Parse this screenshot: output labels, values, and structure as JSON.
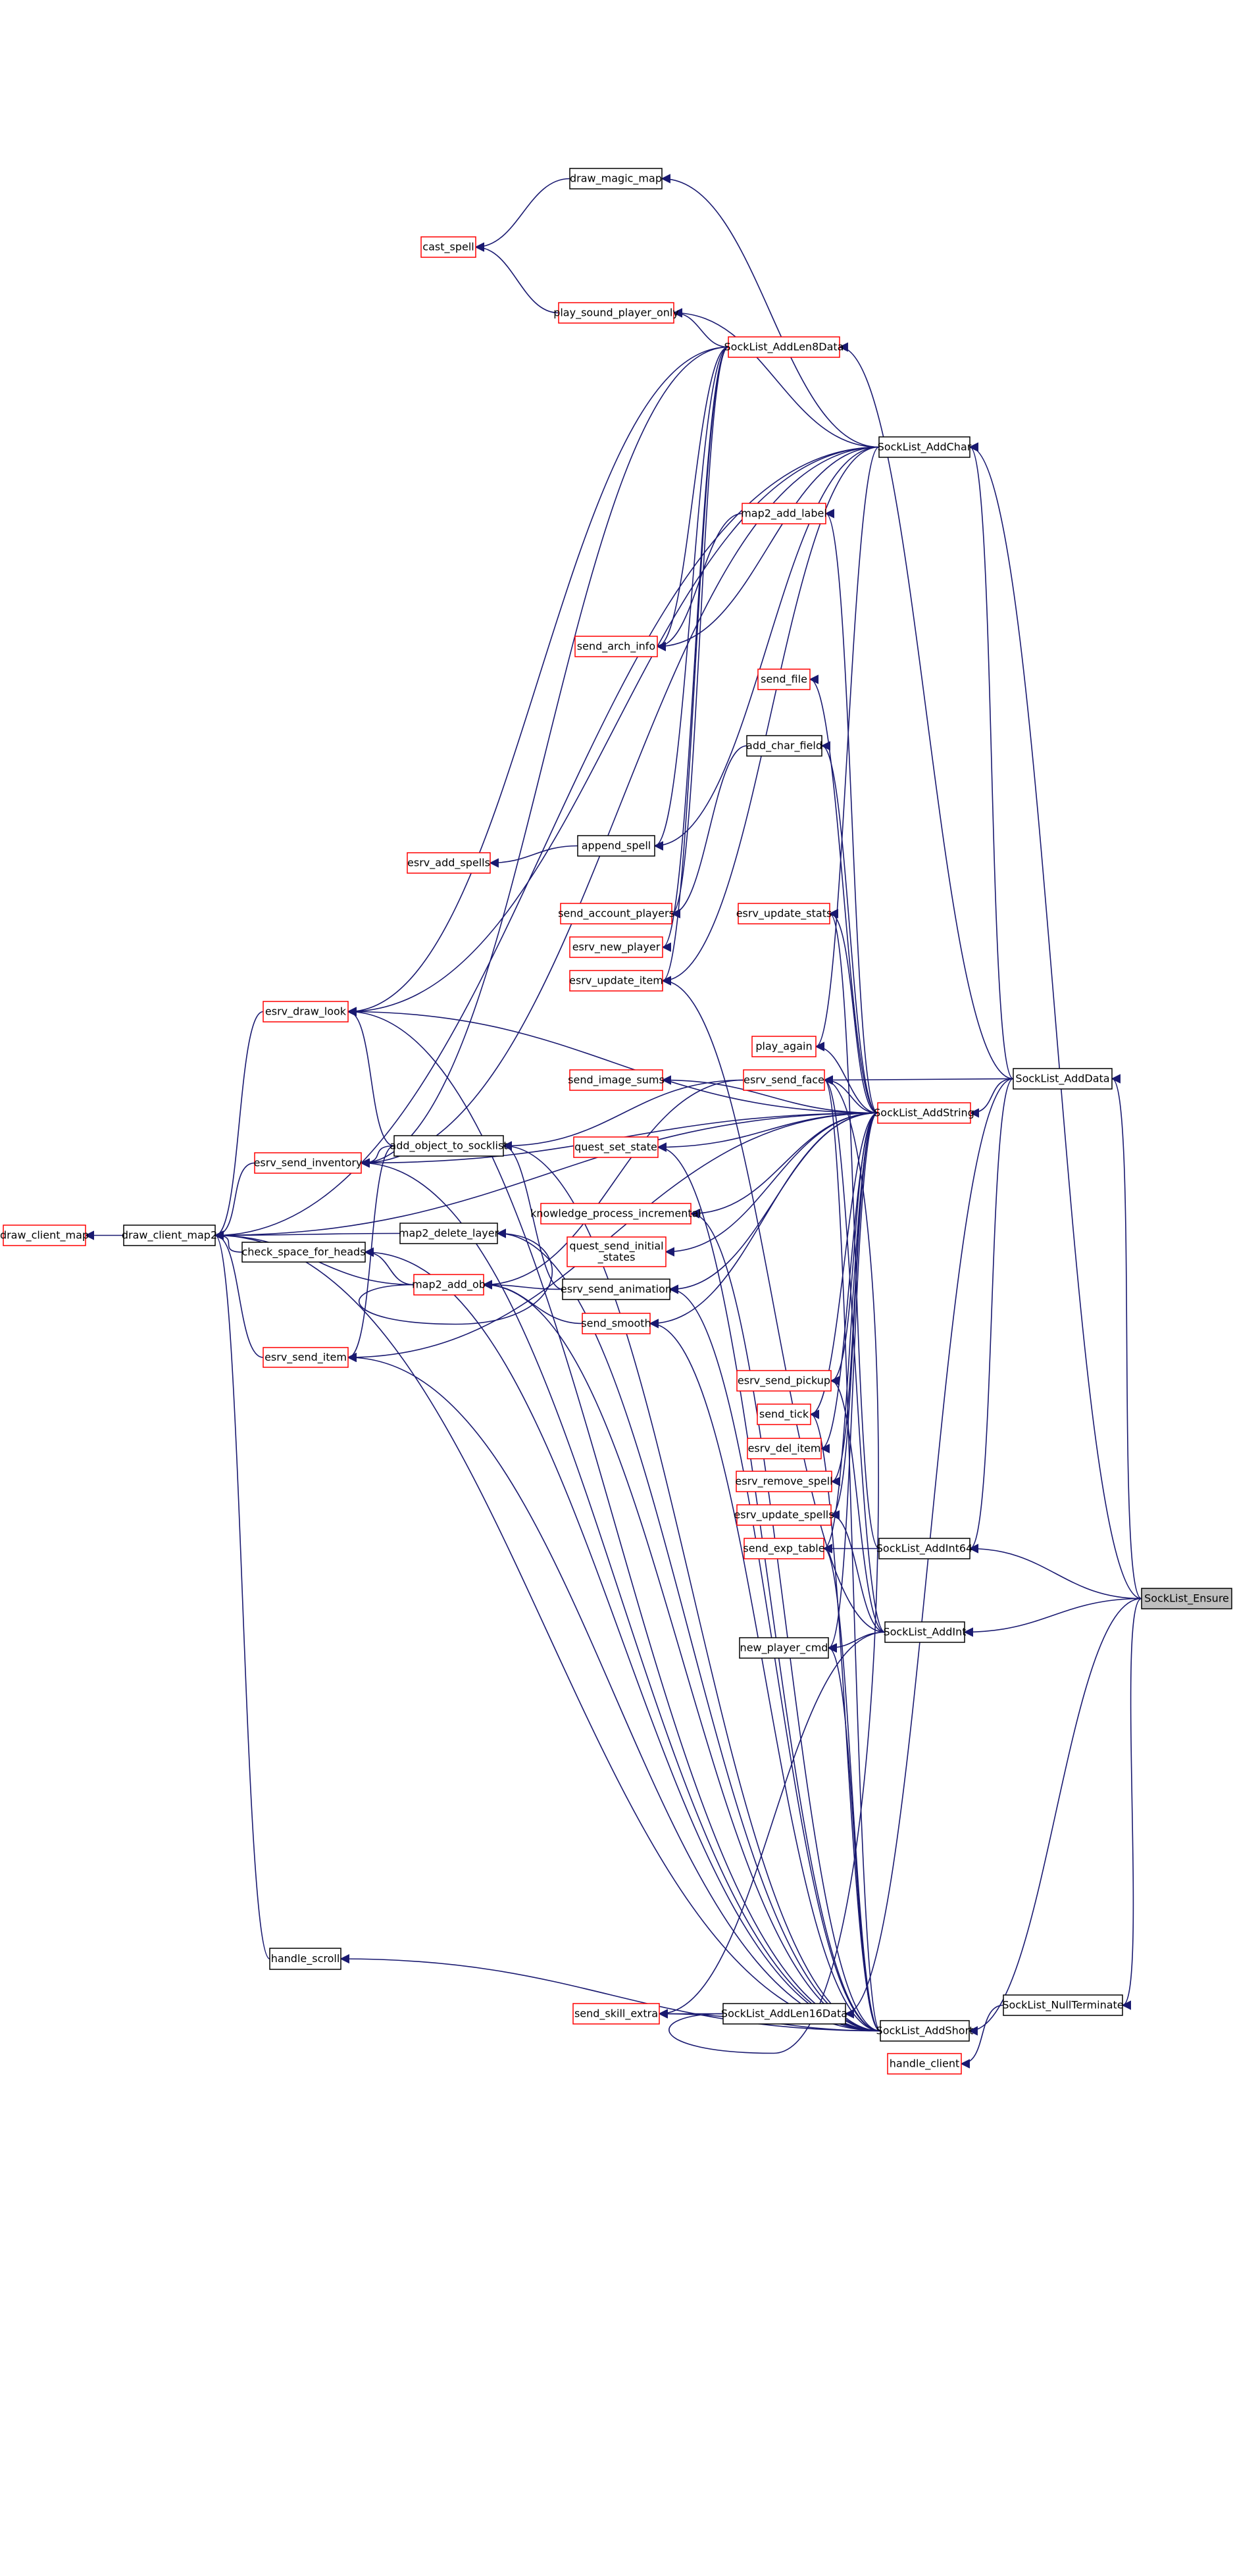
{
  "title": "",
  "colors": {
    "edge": "#191970",
    "border_linked": "#ff0000",
    "border_plain": "#000000",
    "target_fill": "#bfbfbf"
  },
  "nodes": [
    {
      "id": "draw_client_map",
      "label": "draw_client_map",
      "style": "red"
    },
    {
      "id": "draw_client_map2",
      "label": "draw_client_map2",
      "style": "black"
    },
    {
      "id": "esrv_draw_look",
      "label": "esrv_draw_look",
      "style": "red"
    },
    {
      "id": "esrv_send_inventory",
      "label": "esrv_send_inventory",
      "style": "red"
    },
    {
      "id": "esrv_send_item",
      "label": "esrv_send_item",
      "style": "red"
    },
    {
      "id": "check_space_for_heads",
      "label": "check_space_for_heads",
      "style": "black"
    },
    {
      "id": "handle_scroll",
      "label": "handle_scroll",
      "style": "black"
    },
    {
      "id": "cast_spell",
      "label": "cast_spell",
      "style": "red"
    },
    {
      "id": "esrv_add_spells",
      "label": "esrv_add_spells",
      "style": "red"
    },
    {
      "id": "add_object_to_socklist",
      "label": "add_object_to_socklist",
      "style": "black"
    },
    {
      "id": "map2_delete_layer",
      "label": "map2_delete_layer",
      "style": "black"
    },
    {
      "id": "map2_add_ob",
      "label": "map2_add_ob",
      "style": "red"
    },
    {
      "id": "draw_magic_map",
      "label": "draw_magic_map",
      "style": "black"
    },
    {
      "id": "play_sound_player_only",
      "label": "play_sound_player_only",
      "style": "red"
    },
    {
      "id": "send_arch_info",
      "label": "send_arch_info",
      "style": "red"
    },
    {
      "id": "append_spell",
      "label": "append_spell",
      "style": "black"
    },
    {
      "id": "send_account_players",
      "label": "send_account_players",
      "style": "red"
    },
    {
      "id": "esrv_new_player",
      "label": "esrv_new_player",
      "style": "red"
    },
    {
      "id": "esrv_update_item",
      "label": "esrv_update_item",
      "style": "red"
    },
    {
      "id": "send_image_sums",
      "label": "send_image_sums",
      "style": "red"
    },
    {
      "id": "quest_set_state",
      "label": "quest_set_state",
      "style": "red"
    },
    {
      "id": "knowledge_process_incremental",
      "label": "knowledge_process_incremental",
      "style": "red"
    },
    {
      "id": "quest_send_initial_states",
      "label": "quest_send_initial\n_states",
      "style": "red"
    },
    {
      "id": "esrv_send_animation",
      "label": "esrv_send_animation",
      "style": "black"
    },
    {
      "id": "send_smooth",
      "label": "send_smooth",
      "style": "red"
    },
    {
      "id": "send_skill_extra",
      "label": "send_skill_extra",
      "style": "red"
    },
    {
      "id": "SockList_AddLen8Data",
      "label": "SockList_AddLen8Data",
      "style": "red"
    },
    {
      "id": "map2_add_label",
      "label": "map2_add_label",
      "style": "red"
    },
    {
      "id": "send_file",
      "label": "send_file",
      "style": "red"
    },
    {
      "id": "add_char_field",
      "label": "add_char_field",
      "style": "black"
    },
    {
      "id": "esrv_update_stats",
      "label": "esrv_update_stats",
      "style": "red"
    },
    {
      "id": "play_again",
      "label": "play_again",
      "style": "red"
    },
    {
      "id": "esrv_send_face",
      "label": "esrv_send_face",
      "style": "red"
    },
    {
      "id": "esrv_send_pickup",
      "label": "esrv_send_pickup",
      "style": "red"
    },
    {
      "id": "send_tick",
      "label": "send_tick",
      "style": "red"
    },
    {
      "id": "esrv_del_item",
      "label": "esrv_del_item",
      "style": "red"
    },
    {
      "id": "esrv_remove_spell",
      "label": "esrv_remove_spell",
      "style": "red"
    },
    {
      "id": "esrv_update_spells",
      "label": "esrv_update_spells",
      "style": "red"
    },
    {
      "id": "send_exp_table",
      "label": "send_exp_table",
      "style": "red"
    },
    {
      "id": "new_player_cmd",
      "label": "new_player_cmd",
      "style": "black"
    },
    {
      "id": "SockList_AddLen16Data",
      "label": "SockList_AddLen16Data",
      "style": "black"
    },
    {
      "id": "SockList_AddChar",
      "label": "SockList_AddChar",
      "style": "black"
    },
    {
      "id": "SockList_AddString",
      "label": "SockList_AddString",
      "style": "red"
    },
    {
      "id": "SockList_AddInt64",
      "label": "SockList_AddInt64",
      "style": "black"
    },
    {
      "id": "SockList_AddInt",
      "label": "SockList_AddInt",
      "style": "black"
    },
    {
      "id": "SockList_AddShort",
      "label": "SockList_AddShort",
      "style": "black"
    },
    {
      "id": "handle_client",
      "label": "handle_client",
      "style": "red"
    },
    {
      "id": "SockList_AddData",
      "label": "SockList_AddData",
      "style": "black"
    },
    {
      "id": "SockList_NullTerminate",
      "label": "SockList_NullTerminate",
      "style": "black"
    },
    {
      "id": "SockList_Ensure",
      "label": "SockList_Ensure",
      "style": "target"
    }
  ],
  "edges": [
    [
      "draw_client_map2",
      "draw_client_map"
    ],
    [
      "esrv_draw_look",
      "draw_client_map2"
    ],
    [
      "esrv_send_inventory",
      "draw_client_map2"
    ],
    [
      "esrv_send_item",
      "draw_client_map2"
    ],
    [
      "check_space_for_heads",
      "draw_client_map2"
    ],
    [
      "map2_delete_layer",
      "draw_client_map2"
    ],
    [
      "map2_add_ob",
      "draw_client_map2"
    ],
    [
      "handle_scroll",
      "draw_client_map2"
    ],
    [
      "SockList_AddChar",
      "draw_client_map2"
    ],
    [
      "SockList_AddString",
      "draw_client_map2"
    ],
    [
      "map2_add_ob",
      "check_space_for_heads"
    ],
    [
      "map2_add_ob",
      "map2_delete_layer"
    ],
    [
      "add_object_to_socklist",
      "esrv_draw_look"
    ],
    [
      "add_object_to_socklist",
      "esrv_send_inventory"
    ],
    [
      "add_object_to_socklist",
      "esrv_send_item"
    ],
    [
      "SockList_AddChar",
      "esrv_draw_look"
    ],
    [
      "SockList_AddChar",
      "esrv_send_inventory"
    ],
    [
      "SockList_AddString",
      "esrv_draw_look"
    ],
    [
      "SockList_AddString",
      "esrv_send_inventory"
    ],
    [
      "SockList_AddString",
      "esrv_send_item"
    ],
    [
      "draw_magic_map",
      "cast_spell"
    ],
    [
      "play_sound_player_only",
      "cast_spell"
    ],
    [
      "append_spell",
      "esrv_add_spells"
    ],
    [
      "esrv_send_face",
      "add_object_to_socklist"
    ],
    [
      "esrv_send_animation",
      "add_object_to_socklist"
    ],
    [
      "esrv_send_animation",
      "map2_add_ob"
    ],
    [
      "esrv_send_face",
      "map2_add_ob"
    ],
    [
      "send_smooth",
      "map2_add_ob"
    ],
    [
      "SockList_AddChar",
      "draw_magic_map"
    ],
    [
      "SockList_AddChar",
      "play_sound_player_only"
    ],
    [
      "SockList_AddChar",
      "send_arch_info"
    ],
    [
      "SockList_AddChar",
      "append_spell"
    ],
    [
      "SockList_AddChar",
      "esrv_update_item"
    ],
    [
      "SockList_AddChar",
      "play_again"
    ],
    [
      "SockList_AddLen8Data",
      "play_sound_player_only"
    ],
    [
      "SockList_AddLen8Data",
      "send_arch_info"
    ],
    [
      "SockList_AddLen8Data",
      "append_spell"
    ],
    [
      "SockList_AddLen8Data",
      "send_account_players"
    ],
    [
      "SockList_AddLen8Data",
      "esrv_new_player"
    ],
    [
      "SockList_AddLen8Data",
      "esrv_update_item"
    ],
    [
      "SockList_AddLen8Data",
      "esrv_draw_look"
    ],
    [
      "SockList_AddLen8Data",
      "esrv_send_inventory"
    ],
    [
      "map2_add_label",
      "send_arch_info"
    ],
    [
      "add_char_field",
      "send_account_players"
    ],
    [
      "SockList_AddString",
      "send_image_sums"
    ],
    [
      "SockList_AddString",
      "quest_set_state"
    ],
    [
      "SockList_AddString",
      "knowledge_process_incremental"
    ],
    [
      "SockList_AddString",
      "quest_send_initial_states"
    ],
    [
      "SockList_AddString",
      "esrv_send_animation"
    ],
    [
      "SockList_AddString",
      "send_smooth"
    ],
    [
      "SockList_AddString",
      "esrv_update_stats"
    ],
    [
      "SockList_AddString",
      "play_again"
    ],
    [
      "SockList_AddString",
      "send_file"
    ],
    [
      "SockList_AddString",
      "add_char_field"
    ],
    [
      "SockList_AddString",
      "esrv_send_face"
    ],
    [
      "SockList_AddString",
      "map2_add_label"
    ],
    [
      "SockList_AddString",
      "esrv_send_pickup"
    ],
    [
      "SockList_AddString",
      "send_tick"
    ],
    [
      "SockList_AddString",
      "esrv_del_item"
    ],
    [
      "SockList_AddString",
      "esrv_remove_spell"
    ],
    [
      "SockList_AddString",
      "esrv_update_spells"
    ],
    [
      "SockList_AddString",
      "send_exp_table"
    ],
    [
      "SockList_AddString",
      "new_player_cmd"
    ],
    [
      "SockList_AddInt64",
      "esrv_update_stats"
    ],
    [
      "SockList_AddInt64",
      "send_exp_table"
    ],
    [
      "SockList_AddInt",
      "esrv_update_item"
    ],
    [
      "SockList_AddInt",
      "esrv_send_face"
    ],
    [
      "SockList_AddInt",
      "new_player_cmd"
    ],
    [
      "SockList_AddInt",
      "send_skill_extra"
    ],
    [
      "SockList_AddInt",
      "esrv_send_pickup"
    ],
    [
      "SockList_AddInt",
      "esrv_update_spells"
    ],
    [
      "SockList_AddLen16Data",
      "send_skill_extra"
    ],
    [
      "SockList_AddLen16Data",
      "esrv_send_face"
    ],
    [
      "SockList_AddShort",
      "esrv_send_face"
    ],
    [
      "SockList_AddShort",
      "send_smooth"
    ],
    [
      "SockList_AddShort",
      "esrv_send_item"
    ],
    [
      "SockList_AddShort",
      "handle_scroll"
    ],
    [
      "SockList_AddShort",
      "map2_add_ob"
    ],
    [
      "SockList_AddShort",
      "esrv_send_animation"
    ],
    [
      "SockList_AddShort",
      "send_skill_extra"
    ],
    [
      "SockList_AddShort",
      "draw_client_map2"
    ],
    [
      "SockList_AddShort",
      "esrv_draw_look"
    ],
    [
      "SockList_AddShort",
      "esrv_send_inventory"
    ],
    [
      "SockList_AddShort",
      "add_object_to_socklist"
    ],
    [
      "SockList_AddShort",
      "check_space_for_heads"
    ],
    [
      "SockList_AddShort",
      "map2_delete_layer"
    ],
    [
      "SockList_AddShort",
      "quest_set_state"
    ],
    [
      "SockList_AddShort",
      "knowledge_process_incremental"
    ],
    [
      "SockList_AddShort",
      "new_player_cmd"
    ],
    [
      "SockList_AddShort",
      "send_tick"
    ],
    [
      "SockList_AddShort",
      "send_exp_table"
    ],
    [
      "SockList_AddData",
      "SockList_AddChar"
    ],
    [
      "SockList_AddData",
      "SockList_AddString"
    ],
    [
      "SockList_AddData",
      "SockList_AddLen8Data"
    ],
    [
      "SockList_AddData",
      "SockList_AddLen16Data"
    ],
    [
      "SockList_AddData",
      "esrv_send_face"
    ],
    [
      "SockList_AddData",
      "SockList_AddInt64"
    ],
    [
      "SockList_Ensure",
      "SockList_AddChar"
    ],
    [
      "SockList_Ensure",
      "SockList_AddData"
    ],
    [
      "SockList_Ensure",
      "SockList_AddInt64"
    ],
    [
      "SockList_Ensure",
      "SockList_AddInt"
    ],
    [
      "SockList_Ensure",
      "SockList_AddShort"
    ],
    [
      "SockList_Ensure",
      "SockList_NullTerminate"
    ],
    [
      "SockList_NullTerminate",
      "handle_client"
    ]
  ]
}
